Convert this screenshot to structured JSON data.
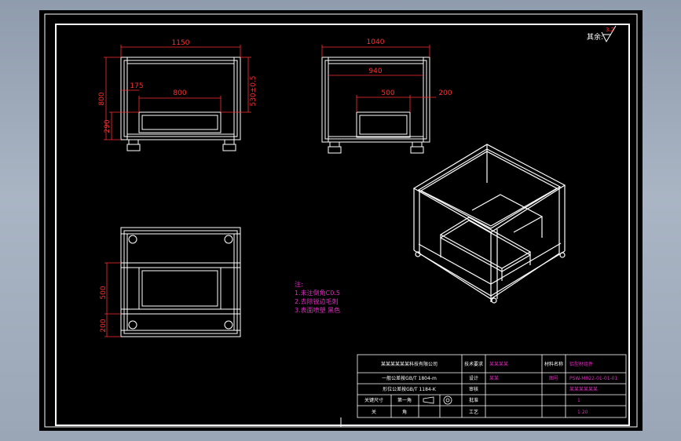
{
  "roughness": {
    "label": "其余:",
    "value": "3.2"
  },
  "front_view": {
    "width": "1150",
    "height": "800",
    "inner_width": "800",
    "offset": "175",
    "lower_height": "290",
    "side_height": "530±0.5"
  },
  "side_view": {
    "width": "1040",
    "inner_width": "940",
    "shelf_width": "500",
    "offset": "200"
  },
  "top_view": {
    "span": "500",
    "offset": "200"
  },
  "notes": [
    "注:",
    "1.未注倒角C0.5",
    "2.去除锐边毛刺",
    "3.表面喷塑 黑色"
  ],
  "title_block": {
    "company": "某某某某某某科技有限公司",
    "r2": "一般公差按GB/T 1804-m",
    "r3": "形位公差按GB/T 1184-K",
    "r4a": "关键尺寸",
    "r4b": "第一角",
    "r5a": "关",
    "r5b": "角",
    "h1": "技术要求",
    "h2": "设计",
    "h3": "审核",
    "h4": "批准",
    "h5": "工艺",
    "v1": "某某某某",
    "v2": "某某",
    "mat_label": "材料名称",
    "mat_value": "铝型材组件",
    "drawno_label": "图号",
    "drawno": "PSW-M022-01-01-01",
    "spec": "某某某某某某",
    "qty": "1",
    "scale": "1:20"
  }
}
